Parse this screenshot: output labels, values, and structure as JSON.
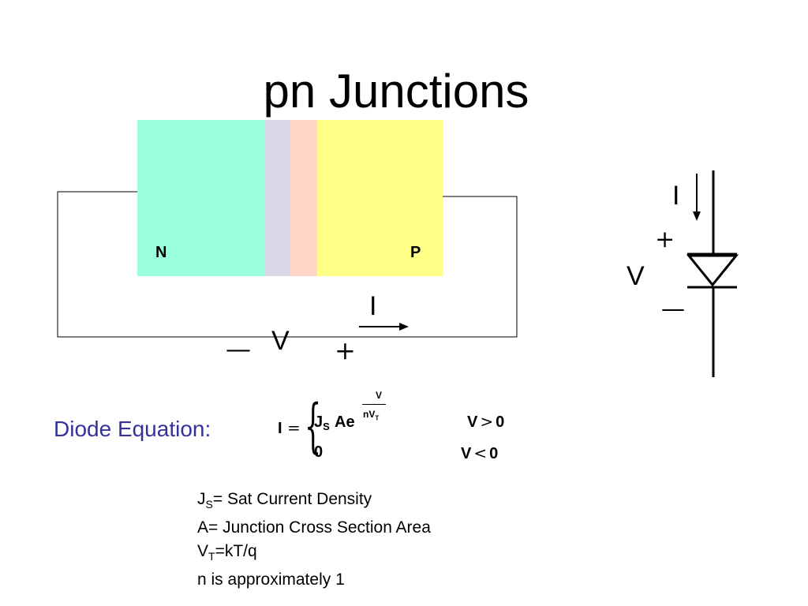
{
  "title": "pn Junctions",
  "junction": {
    "n_label": "N",
    "p_label": "P",
    "colors": {
      "n_region": "#99ffdd",
      "n_depletion": "#ddd8e8",
      "p_depletion": "#ffd6c8",
      "p_region": "#ffff88"
    }
  },
  "circuit": {
    "voltage_label": "V",
    "current_label": "I",
    "plus": "+",
    "minus": "—"
  },
  "diode_symbol": {
    "current_label": "I",
    "voltage_label": "V",
    "plus": "+",
    "minus": "—"
  },
  "equation": {
    "label": "Diode Equation:",
    "lhs": "I",
    "equals": "=",
    "brace": "{",
    "js": "J",
    "js_sub": "S",
    "ae": "Ae",
    "exp_numerator": "V",
    "exp_denominator": "nV",
    "exp_denominator_sub": "T",
    "zero": "0",
    "cond1_var": "V",
    "cond1_op": ">",
    "cond1_val": "0",
    "cond2_var": "V",
    "cond2_op": "<",
    "cond2_val": "0",
    "label_color": "#333399"
  },
  "notes": {
    "js_main": "J",
    "js_sub": "S",
    "js_rest": "= Sat Current Density",
    "area": "A= Junction Cross Section Area",
    "vt_main": "V",
    "vt_sub": "T",
    "vt_rest": "=kT/q",
    "n_note": "n is approximately 1"
  }
}
